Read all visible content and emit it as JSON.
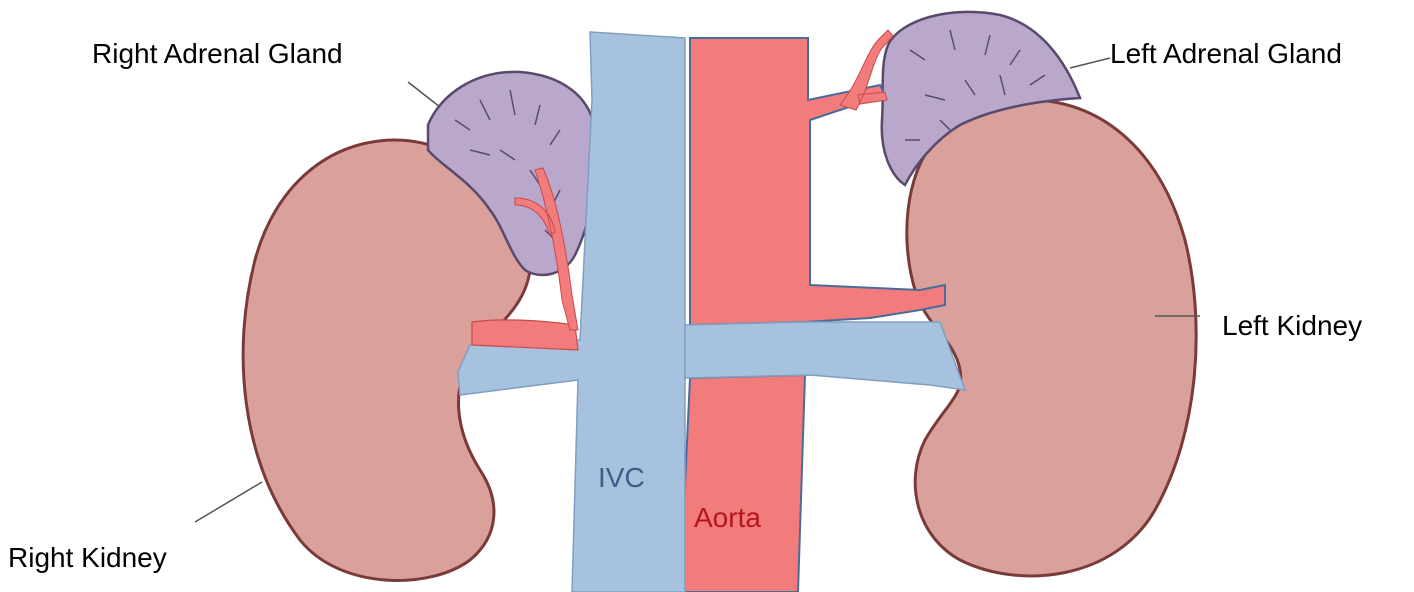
{
  "labels": {
    "right_adrenal": "Right Adrenal Gland",
    "left_adrenal": "Left Adrenal Gland",
    "left_kidney": "Left Kidney",
    "right_kidney": "Right Kidney",
    "ivc": "IVC",
    "aorta": "Aorta"
  },
  "colors": {
    "kidney": "#d9a09c",
    "kidney_outline": "#7a3a3a",
    "adrenal": "#b9a7cc",
    "adrenal_outline": "#5a4a6a",
    "ivc": "#a7c2df",
    "aorta": "#f27b7c",
    "ivc_text": "#3b5f86",
    "aorta_text": "#b3161b",
    "leader": "#555555"
  }
}
